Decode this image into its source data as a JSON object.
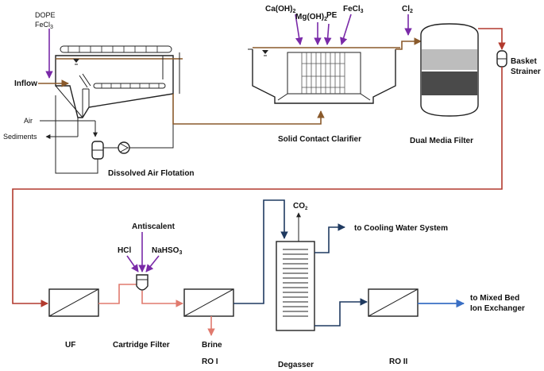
{
  "colors": {
    "pretreatment_line": "#8a5a2b",
    "feed_line": "#b23a2e",
    "filtrate_line": "#e07a6e",
    "permeate_line": "#1f3a60",
    "product_line": "#3a6fc4",
    "chemical_dosing": "#7a2aa8"
  },
  "labels": {
    "dope": "DOPE",
    "fecl3_daf_prefix": "FeCl",
    "inflow": "Inflow",
    "air": "Air",
    "sediments": "Sediments",
    "daf": "Dissolved Air Flotation",
    "caoh2": "Ca(OH)",
    "mgoh2": "Mg(OH)",
    "pe": "PE",
    "fecl3_prefix": "FeCl",
    "clarifier": "Solid Contact Clarifier",
    "cl2": "Cl",
    "dmf": "Dual Media Filter",
    "basket_1": "Basket",
    "basket_2": "Strainer",
    "antiscalent": "Antiscalent",
    "hcl": "HCl",
    "nahso3": "NaHSO",
    "co2": "CO",
    "to_cooling": "to Cooling Water System",
    "uf": "UF",
    "cartridge": "Cartridge Filter",
    "ro1": "RO I",
    "brine": "Brine",
    "degasser": "Degasser",
    "ro2": "RO II",
    "to_mixed_1": "to Mixed Bed",
    "to_mixed_2": "Ion Exchanger"
  },
  "subscripts": {
    "fecl3_daf": "3",
    "caoh2": "2",
    "mgoh2": "2",
    "fecl3": "3",
    "cl2": "2",
    "nahso3": "3",
    "co2": "2"
  }
}
